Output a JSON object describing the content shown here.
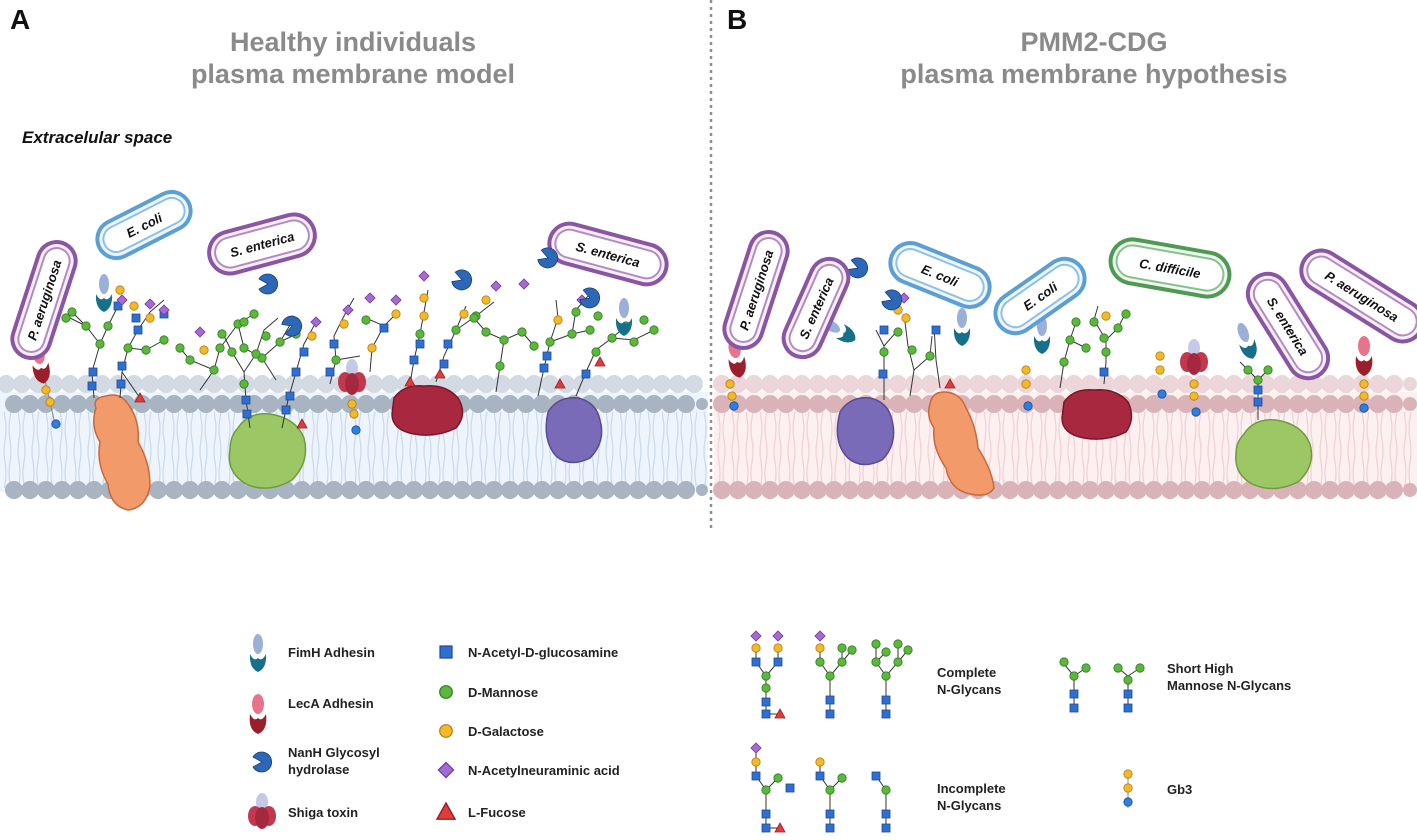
{
  "panels": {
    "a": {
      "letter": "A",
      "title_line1": "Healthy individuals",
      "title_line2": "plasma membrane model",
      "region_label": "Extracelular space",
      "bacteria": [
        "P. aeruginosa",
        "E. coli",
        "S. enterica",
        "S. enterica"
      ]
    },
    "b": {
      "letter": "B",
      "title_line1": "PMM2-CDG",
      "title_line2": "plasma membrane hypothesis",
      "bacteria": [
        "P. aeruginosa",
        "S. enterica",
        "E. coli",
        "E. coli",
        "C. difficile",
        "S. enterica",
        "P. aeruginosa"
      ]
    }
  },
  "legend": {
    "fimh": "FimH Adhesin",
    "leca": "LecA Adhesin",
    "nanh_line1": "NanH Glycosyl",
    "nanh_line2": "hydrolase",
    "shiga": "Shiga toxin",
    "glcnac": "N-Acetyl-D-glucosamine",
    "mannose": "D-Mannose",
    "galactose": "D-Galactose",
    "neu5ac": "N-Acetylneuraminic acid",
    "fucose": "L-Fucose",
    "complete_line1": "Complete",
    "complete_line2": "N-Glycans",
    "short_line1": "Short High",
    "short_line2": "Mannose N-Glycans",
    "incomplete_line1": "Incomplete",
    "incomplete_line2": "N-Glycans",
    "gb3": "Gb3"
  },
  "colors": {
    "glcnac": "#2f6fd0",
    "mannose": "#5cb83c",
    "galactose": "#f4b829",
    "neu5ac": "#a66ad6",
    "fucose": "#e03c3c",
    "fimh_cap": "#9bb0d8",
    "fimh_body": "#17708a",
    "leca_cap": "#e8738a",
    "leca_body": "#9b1f2a",
    "nanh": "#2d68b8",
    "shiga": "#c2384f",
    "membrane_head_a": "#a8b4c2",
    "membrane_head_b": "#d9b3b8",
    "protein_orange": "#f29a6a",
    "protein_green": "#9cc765",
    "protein_maroon": "#a8283f",
    "protein_purple": "#7a6bb8",
    "bact_purple": "#8a56a3",
    "bact_blue": "#5b9fd4",
    "bact_green": "#4e9a55"
  }
}
